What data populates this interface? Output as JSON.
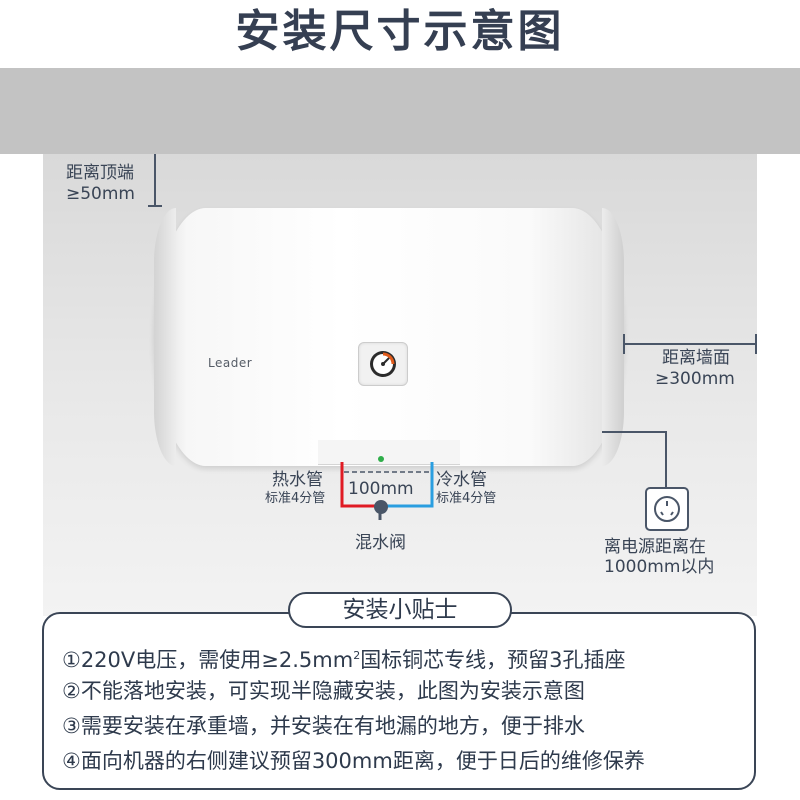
{
  "title": "安装尺寸示意图",
  "labels": {
    "top_clearance_line1": "距离顶端",
    "top_clearance_line2": "≥50mm",
    "side_clearance_line1": "距离墙面",
    "side_clearance_line2": "≥300mm",
    "hot_pipe": "热水管",
    "hot_pipe_spec": "标准4分管",
    "cold_pipe": "冷水管",
    "cold_pipe_spec": "标准4分管",
    "pipe_spacing": "100mm",
    "mixing_valve": "混水阀",
    "socket_line1": "离电源距离在",
    "socket_line2": "1000mm以内"
  },
  "brand_logo": "Leader",
  "colors": {
    "hot_pipe": "#e01b24",
    "cold_pipe": "#2a9ee0",
    "line": "#4a5668",
    "text": "#2e3a4c"
  },
  "tips": {
    "heading": "安装小贴士",
    "items": [
      {
        "before": "①220V电压，需使用≥2.5mm",
        "sup": "2",
        "after": "国标铜芯专线，预留3孔插座"
      },
      {
        "before": "②不能落地安装，可实现半隐藏安装，此图为安装示意图",
        "sup": "",
        "after": ""
      },
      {
        "before": "③需要安装在承重墙，并安装在有地漏的地方，便于排水",
        "sup": "",
        "after": ""
      },
      {
        "before": "④面向机器的右侧建议预留300mm距离，便于日后的维修保养",
        "sup": "",
        "after": ""
      }
    ]
  },
  "icons": [
    "power-socket-icon",
    "thermostat-dial-icon",
    "mixing-valve-icon"
  ]
}
